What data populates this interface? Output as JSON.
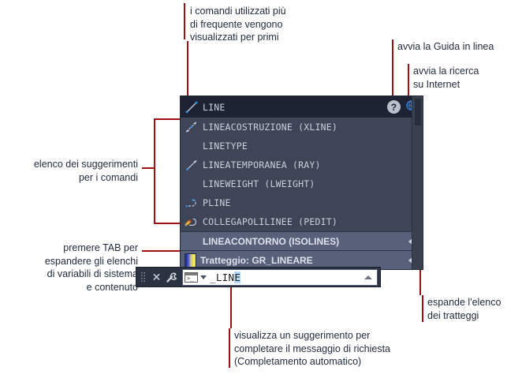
{
  "annotations": {
    "top_frequent": "i comandi utilizzati più\ndi frequente vengono\nvisualizzati per primi",
    "help_online": "avvia la Guida in linea",
    "internet_search": "avvia la ricerca\nsu Internet",
    "suggestions_list": "elenco dei suggerimenti\nper i comandi",
    "tab_expand": "premere TAB per\nespandere gli elenchi\ndi variabili di sistema\ne contenuto",
    "expand_hatch": "espande l'elenco\ndei tratteggi",
    "autocomplete": "visualizza un suggerimento per\ncompletare il messaggio di richiesta\n(Completamento automatico)"
  },
  "suggestion_panel": {
    "header": {
      "label": "LINE",
      "icon": "line-icon",
      "help_icon": "help-question-icon",
      "help_glyph": "?",
      "search_icon": "globe-search-icon"
    },
    "rows": [
      {
        "label": "LINEACOSTRUZIONE (XLINE)",
        "icon": "xline-icon",
        "highlight": false,
        "arrow": false
      },
      {
        "label": "LINETYPE",
        "icon": "none",
        "highlight": false,
        "arrow": false
      },
      {
        "label": "LINEATEMPORANEA (RAY)",
        "icon": "ray-icon",
        "highlight": false,
        "arrow": false
      },
      {
        "label": "LINEWEIGHT (LWEIGHT)",
        "icon": "none",
        "highlight": false,
        "arrow": false
      },
      {
        "label": "PLINE",
        "icon": "pline-icon",
        "highlight": false,
        "arrow": false
      },
      {
        "label": "COLLEGAPOLILINEE (PEDIT)",
        "icon": "pedit-icon",
        "highlight": false,
        "arrow": false
      },
      {
        "label": "LINEACONTORNO (ISOLINES)",
        "icon": "none",
        "highlight": true,
        "arrow": true
      },
      {
        "label": "Tratteggio: GR_LINEARE",
        "icon": "gradient-swatch",
        "highlight": true,
        "arrow": true
      }
    ],
    "scrollbar": "vertical-scrollbar"
  },
  "command_line": {
    "grip": "drag-grip",
    "close_label": "✕",
    "wrench_label": "wrench-icon",
    "prompt_icon": "command-prompt-icon",
    "input_text_plain": "_LIN",
    "input_text_selected": "E",
    "input_value": "_LINE",
    "expand_icon": "expand-up-arrow"
  },
  "colors": {
    "panel_bg": "#3d4557",
    "panel_header_bg": "#1d2333",
    "highlight_bg": "#58607a",
    "accent_red": "#9d1015",
    "text_light": "#c9cfdb",
    "selection_blue": "#b3d9f5"
  }
}
